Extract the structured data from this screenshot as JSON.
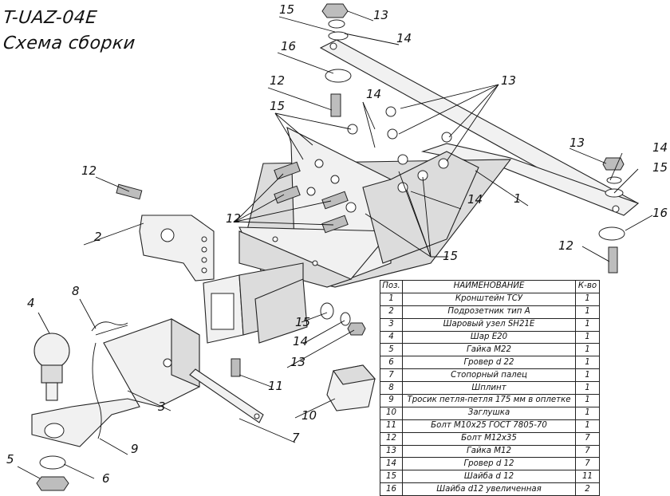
{
  "title": {
    "code": "T-UAZ-04E",
    "subtitle": "Схема сборки"
  },
  "callouts": [
    {
      "id": "c-15a",
      "text": "15"
    },
    {
      "id": "c-13a",
      "text": "13"
    },
    {
      "id": "c-14a",
      "text": "14"
    },
    {
      "id": "c-16a",
      "text": "16"
    },
    {
      "id": "c-12a",
      "text": "12"
    },
    {
      "id": "c-13b",
      "text": "13"
    },
    {
      "id": "c-14b",
      "text": "14"
    },
    {
      "id": "c-15b",
      "text": "15"
    },
    {
      "id": "c-12b",
      "text": "12"
    },
    {
      "id": "c-13c",
      "text": "13"
    },
    {
      "id": "c-14c",
      "text": "14"
    },
    {
      "id": "c-15c",
      "text": "15"
    },
    {
      "id": "c-1",
      "text": "1"
    },
    {
      "id": "c-2",
      "text": "2"
    },
    {
      "id": "c-12c",
      "text": "12"
    },
    {
      "id": "c-16b",
      "text": "16"
    },
    {
      "id": "c-14d",
      "text": "14"
    },
    {
      "id": "c-15d",
      "text": "15"
    },
    {
      "id": "c-12d",
      "text": "12"
    },
    {
      "id": "c-4",
      "text": "4"
    },
    {
      "id": "c-8",
      "text": "8"
    },
    {
      "id": "c-15e",
      "text": "15"
    },
    {
      "id": "c-14e",
      "text": "14"
    },
    {
      "id": "c-13d",
      "text": "13"
    },
    {
      "id": "c-11",
      "text": "11"
    },
    {
      "id": "c-3",
      "text": "3"
    },
    {
      "id": "c-10",
      "text": "10"
    },
    {
      "id": "c-9",
      "text": "9"
    },
    {
      "id": "c-7",
      "text": "7"
    },
    {
      "id": "c-5",
      "text": "5"
    },
    {
      "id": "c-6",
      "text": "6"
    }
  ],
  "parts_table": {
    "headers": [
      "Поз.",
      "НАИМЕНОВАНИЕ",
      "К-во"
    ],
    "rows": [
      [
        "1",
        "Кронштейн ТСУ",
        "1"
      ],
      [
        "2",
        "Подрозетник тип А",
        "1"
      ],
      [
        "3",
        "Шаровый узел SH21E",
        "1"
      ],
      [
        "4",
        "Шар E20",
        "1"
      ],
      [
        "5",
        "Гайка М22",
        "1"
      ],
      [
        "6",
        "Гровер d 22",
        "1"
      ],
      [
        "7",
        "Стопорный палец",
        "1"
      ],
      [
        "8",
        "Шплинт",
        "1"
      ],
      [
        "9",
        "Тросик петля-петля 175 мм в оплетке",
        "1"
      ],
      [
        "10",
        "Заглушка",
        "1"
      ],
      [
        "11",
        "Болт М10х25 ГОСТ 7805-70",
        "1"
      ],
      [
        "12",
        "Болт М12х35",
        "7"
      ],
      [
        "13",
        "Гайка М12",
        "7"
      ],
      [
        "14",
        "Гровер d 12",
        "7"
      ],
      [
        "15",
        "Шайба d 12",
        "11"
      ],
      [
        "16",
        "Шайба d12 увеличенная",
        "2"
      ]
    ]
  }
}
